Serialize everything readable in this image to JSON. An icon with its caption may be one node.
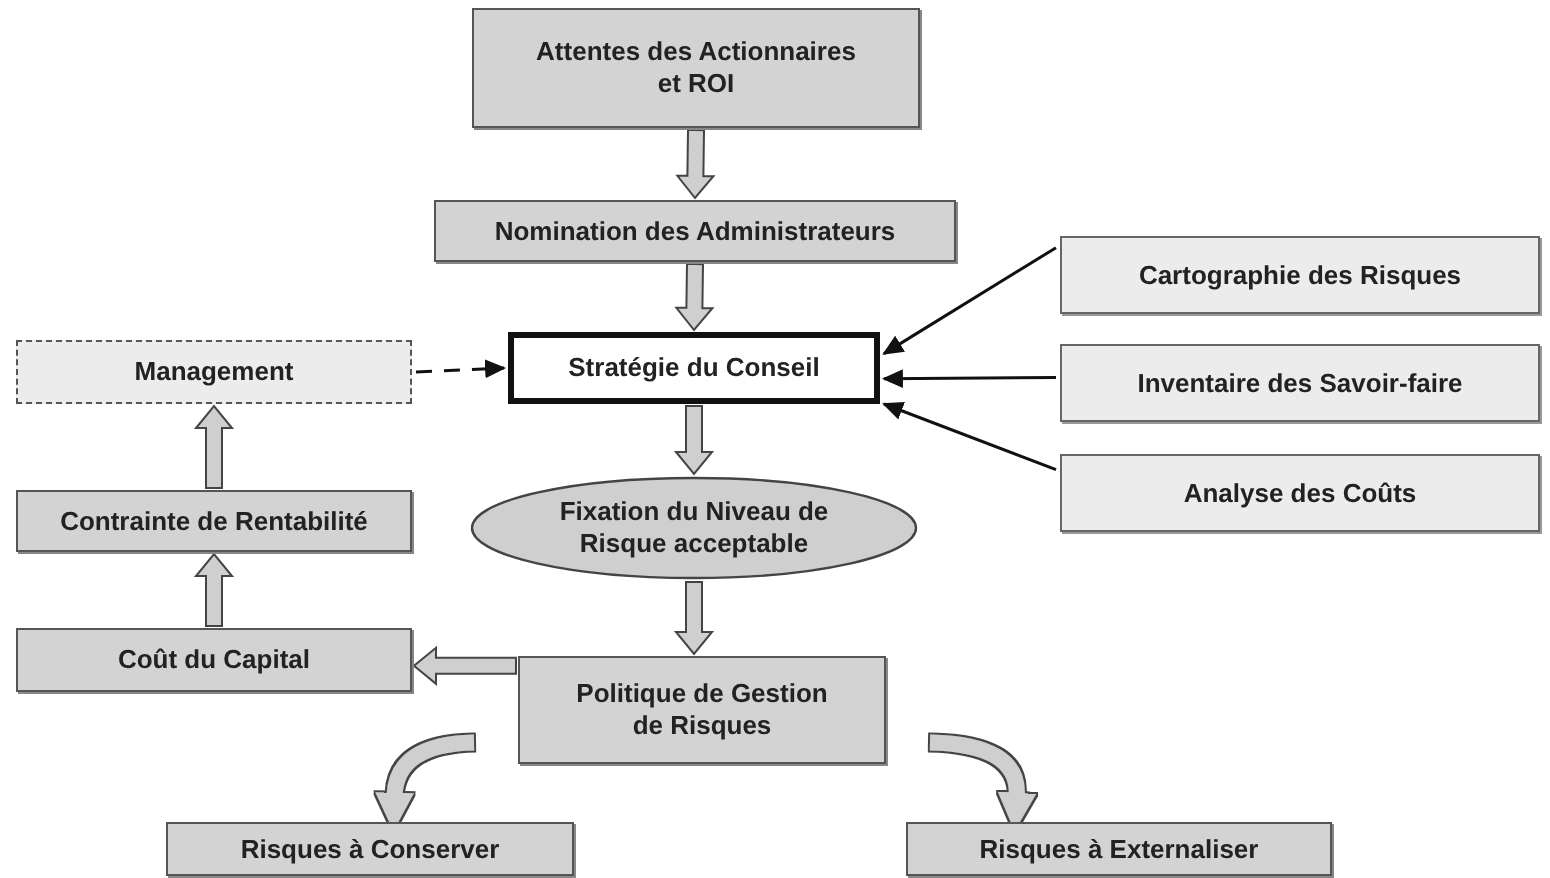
{
  "diagram": {
    "nodes": [
      {
        "text": [
          "Attentes des Actionnaires et ROI"
        ]
      },
      {
        "text": [
          "Nomination des Administrateurs"
        ]
      },
      {
        "text": [
          "Stratégie du Conseil"
        ]
      },
      {
        "text": [
          "Management"
        ]
      },
      {
        "text": [
          "Fixation du Niveau de Risque acceptable"
        ]
      },
      {
        "text": [
          "Contrainte de Rentabilité"
        ]
      },
      {
        "text": [
          "Coût du Capital"
        ]
      },
      {
        "text": [
          "Politique de Gestion de Risques"
        ]
      },
      {
        "text": [
          "Risques à Conserver"
        ]
      },
      {
        "text": [
          "Risques à Externaliser"
        ]
      },
      {
        "text": [
          "Cartographie des Risques"
        ]
      },
      {
        "text": [
          "Inventaire des Savoir-faire"
        ]
      },
      {
        "text": [
          "Analyse des Coûts"
        ]
      }
    ],
    "edges": [
      {
        "from": 0,
        "to": 1,
        "arrow": "to",
        "style": "thick"
      },
      {
        "from": 1,
        "to": 2,
        "arrow": "to",
        "style": "thick"
      },
      {
        "from": 2,
        "to": 4,
        "arrow": "to",
        "style": "thick"
      },
      {
        "from": 4,
        "to": 7,
        "arrow": "to",
        "style": "thick"
      },
      {
        "from": 7,
        "to": 6,
        "arrow": "to",
        "style": "thick"
      },
      {
        "from": 6,
        "to": 5,
        "arrow": "to",
        "style": "thick"
      },
      {
        "from": 5,
        "to": 3,
        "arrow": "to",
        "style": "thick"
      },
      {
        "from": 7,
        "to": 8,
        "arrow": "to",
        "style": "thick",
        "color": "#cfcfcf"
      },
      {
        "from": 7,
        "to": 9,
        "arrow": "to",
        "style": "thick",
        "color": "#cfcfcf"
      },
      {
        "from": 3,
        "to": 2,
        "arrow": "to",
        "style": "dashed"
      },
      {
        "from": 10,
        "to": 2,
        "arrow": "to"
      },
      {
        "from": 11,
        "to": 2,
        "arrow": "to"
      },
      {
        "from": 12,
        "to": 2,
        "arrow": "to"
      }
    ]
  }
}
